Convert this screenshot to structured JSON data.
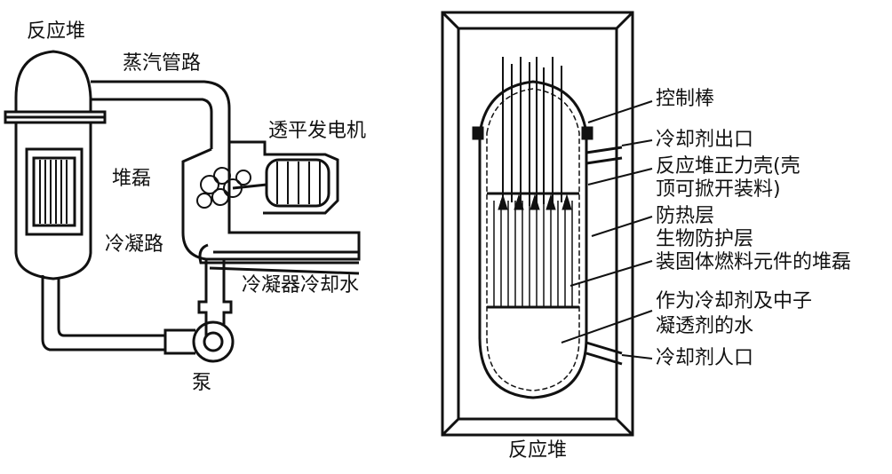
{
  "left_diagram": {
    "labels": {
      "reactor": "反应堆",
      "steam_pipe": "蒸汽管路",
      "turbine_generator": "透平发电机",
      "core": "堆磊",
      "condenser_path": "冷凝路",
      "condenser_cooling_water": "冷凝器冷却水",
      "pump": "泵"
    }
  },
  "right_diagram": {
    "labels": {
      "control_rods": "控制棒",
      "coolant_outlet": "冷却剂出口",
      "pressure_shell_1": "反应堆正力壳(壳",
      "pressure_shell_2": "顶可掀开装料)",
      "thermal_shield": "防热层",
      "biological_shield": "生物防护层",
      "fuel_core": "装固体燃料元件的堆磊",
      "water_1": "作为冷却剂及中子",
      "water_2": "凝透剂的水",
      "coolant_inlet": "冷却剂人口"
    },
    "caption": "反应堆"
  }
}
